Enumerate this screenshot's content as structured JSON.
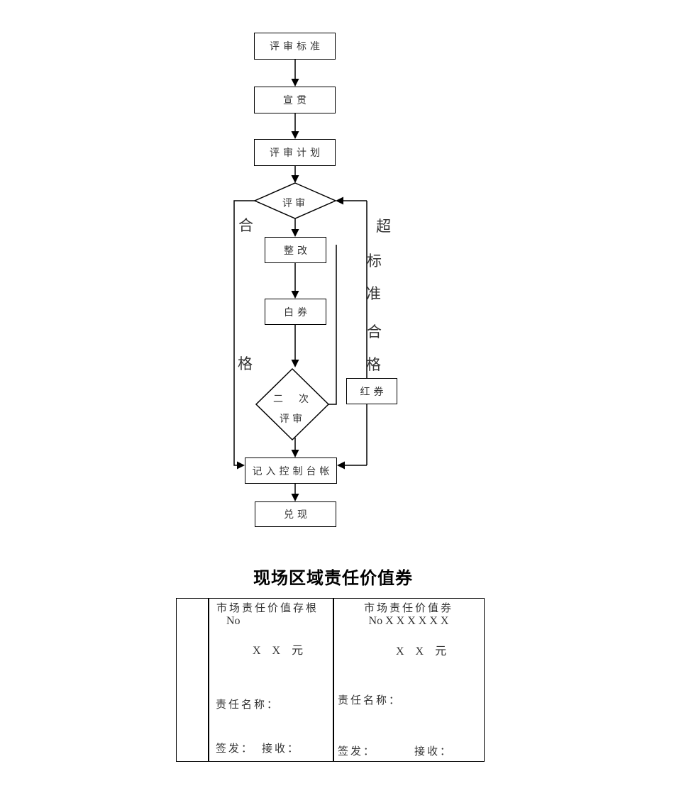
{
  "flow": {
    "boxes": {
      "standard": "评审标准",
      "promote": "宣贯",
      "plan": "评审计划",
      "rectify": "整改",
      "white_ticket": "白券",
      "red_ticket": "红券",
      "ledger": "记入控制台帐",
      "cash": "兑现"
    },
    "diamonds": {
      "review": "评审",
      "second_review_line1": "二　次",
      "second_review_line2": "评审"
    },
    "left_label": {
      "chars": [
        "合",
        "格"
      ]
    },
    "right_label": {
      "chars": [
        "超",
        "标",
        "准",
        "合",
        "格"
      ]
    },
    "line_color": "#000000"
  },
  "voucher": {
    "title": "现场区域责任价值券",
    "stub": {
      "header": "市场责任价值存根",
      "no": "No",
      "amount": "X　X　元",
      "name_label": "责任名称：",
      "sign_label": "签发：",
      "receive_label": "接收："
    },
    "ticket": {
      "header": "市场责任价值券",
      "no": "No X X X X X X",
      "amount": "X　X　元",
      "name_label": "责任名称：",
      "sign_label": "签发：",
      "receive_label": "接收："
    }
  }
}
